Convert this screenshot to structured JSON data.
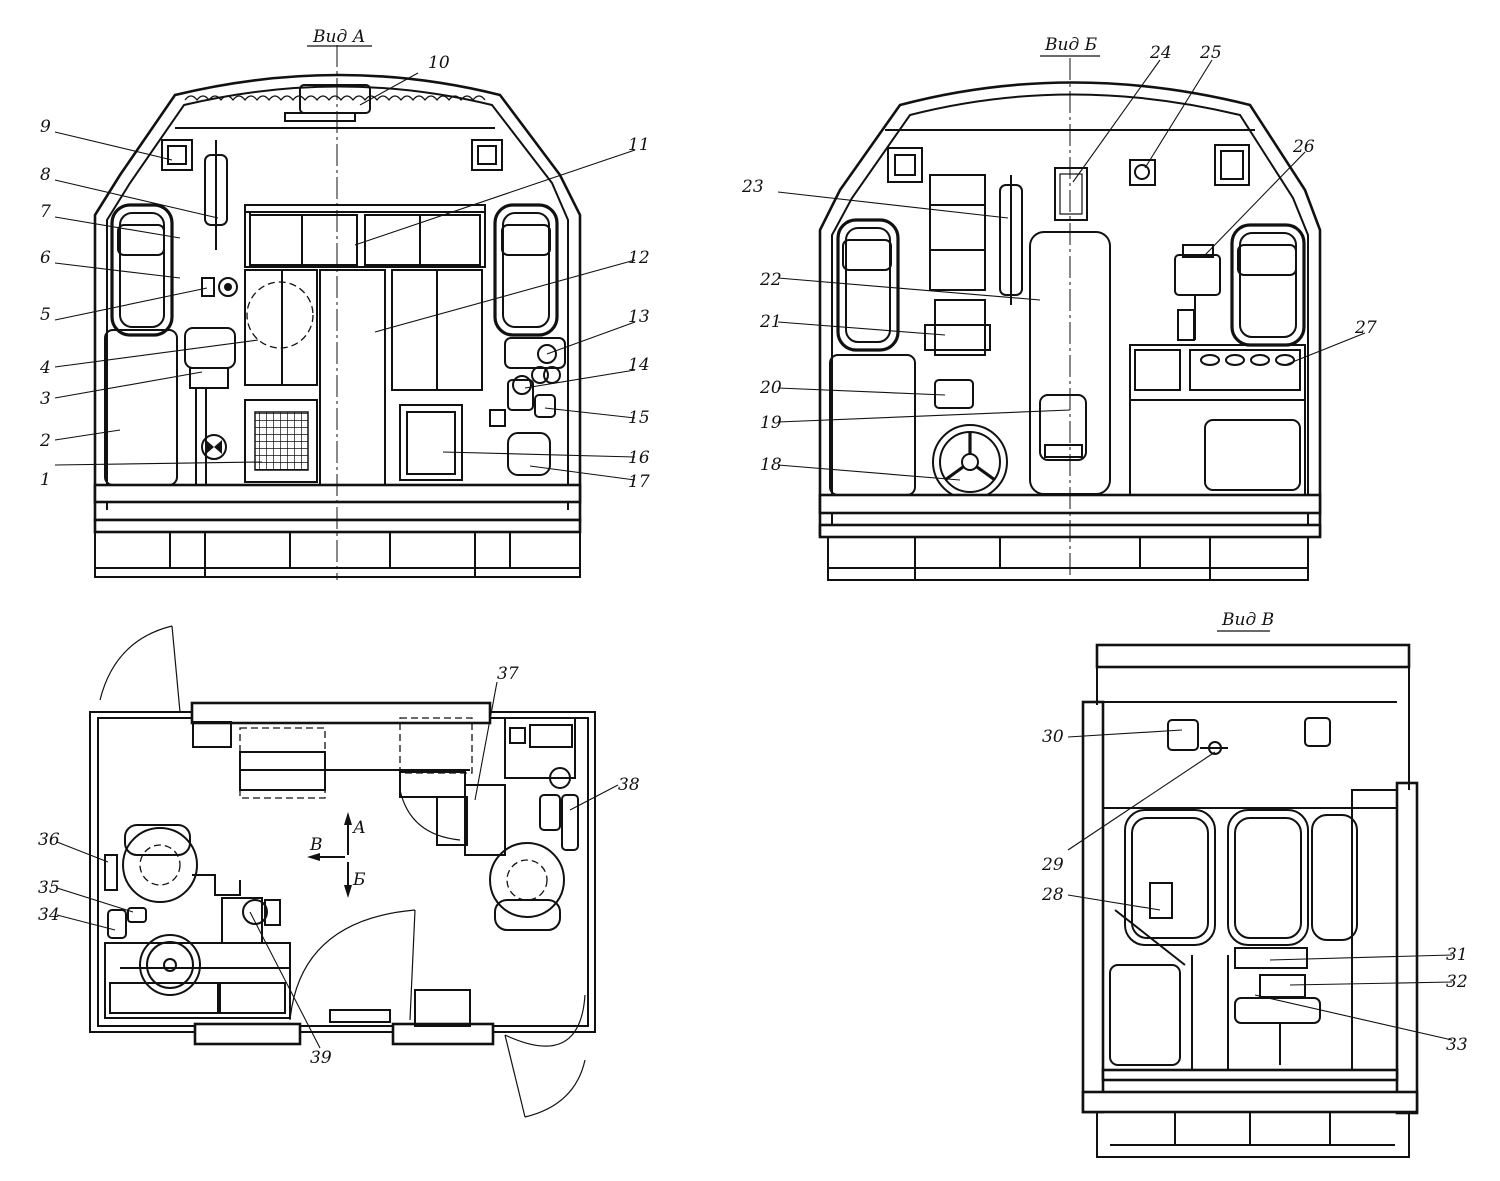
{
  "views": {
    "a": {
      "title": "Вид А"
    },
    "b": {
      "title": "Вид Б"
    },
    "v": {
      "title": "Вид В"
    }
  },
  "plan": {
    "arrow_a": "А",
    "arrow_b": "Б",
    "arrow_v": "В"
  },
  "callouts": {
    "c1": "1",
    "c2": "2",
    "c3": "3",
    "c4": "4",
    "c5": "5",
    "c6": "6",
    "c7": "7",
    "c8": "8",
    "c9": "9",
    "c10": "10",
    "c11": "11",
    "c12": "12",
    "c13": "13",
    "c14": "14",
    "c15": "15",
    "c16": "16",
    "c17": "17",
    "c18": "18",
    "c19": "19",
    "c20": "20",
    "c21": "21",
    "c22": "22",
    "c23": "23",
    "c24": "24",
    "c25": "25",
    "c26": "26",
    "c27": "27",
    "c28": "28",
    "c29": "29",
    "c30": "30",
    "c31": "31",
    "c32": "32",
    "c33": "33",
    "c34": "34",
    "c35": "35",
    "c36": "36",
    "c37": "37",
    "c38": "38",
    "c39": "39"
  }
}
